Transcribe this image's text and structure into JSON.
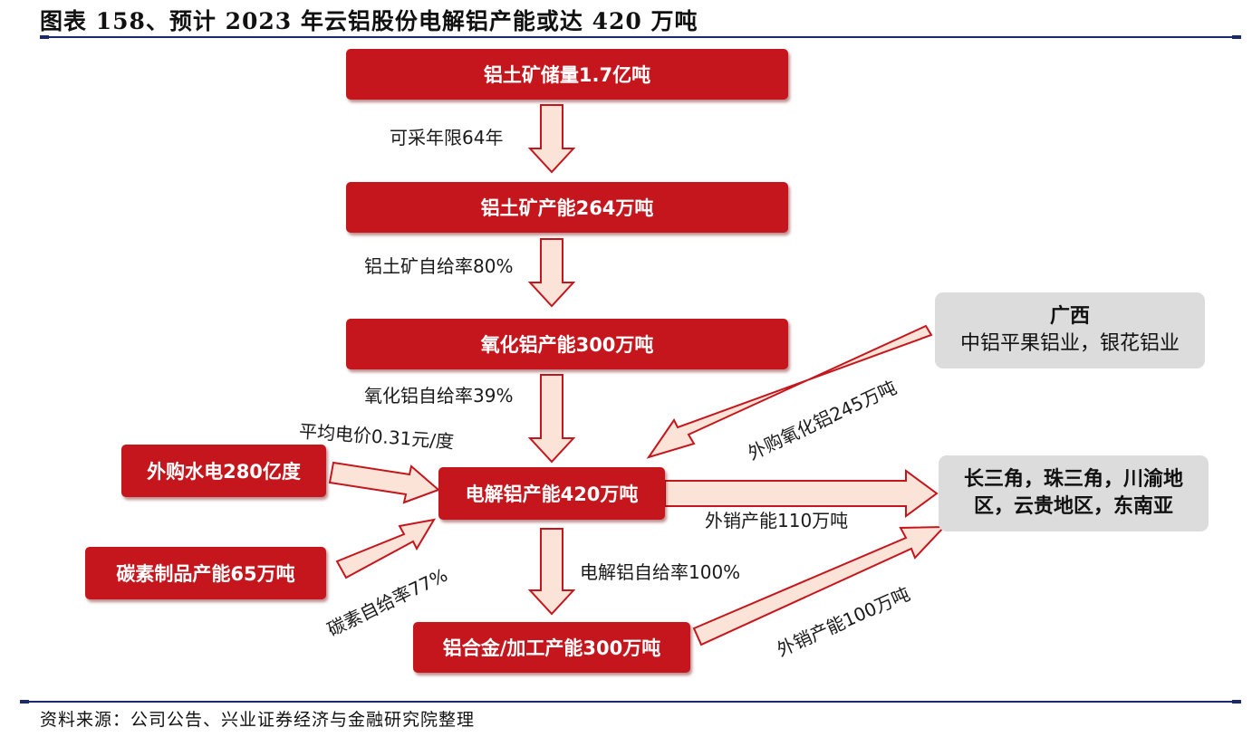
{
  "header": {
    "title": "图表 158、预计 2023 年云铝股份电解铝产能或达 420 万吨"
  },
  "footer": {
    "source": "资料来源：公司公告、兴业证券经济与金融研究院整理"
  },
  "nodes": {
    "bauxite_reserve": "铝土矿储量1.7亿吨",
    "bauxite_capacity": "铝土矿产能264万吨",
    "alumina_capacity": "氧化铝产能300万吨",
    "electrolytic_capacity": "电解铝产能420万吨",
    "alloy_capacity": "铝合金/加工产能300万吨",
    "hydro_power": "外购水电280亿度",
    "carbon_capacity": "碳素制品产能65万吨",
    "guangxi_title": "广西",
    "guangxi_suppliers": "中铝平果铝业，银花铝业",
    "markets_line1": "长三角，珠三角，川渝地",
    "markets_line2": "区，云贵地区，东南亚"
  },
  "edges": {
    "mining_years": "可采年限64年",
    "bauxite_self_rate": "铝土矿自给率80%",
    "alumina_self_rate": "氧化铝自给率39%",
    "electricity_price": "平均电价0.31元/度",
    "purchased_alumina": "外购氧化铝245万吨",
    "export_capacity_110": "外销产能110万吨",
    "electrolytic_self_rate": "电解铝自给率100%",
    "carbon_self_rate": "碳素自给率77%",
    "export_capacity_100": "外销产能100万吨"
  },
  "colors": {
    "node_red": "#c4161c",
    "node_grey": "#dcdcdc",
    "arrow_fill": "#fbe3d8",
    "arrow_stroke": "#c4161c",
    "rule_blue": "#1a2a6c"
  }
}
